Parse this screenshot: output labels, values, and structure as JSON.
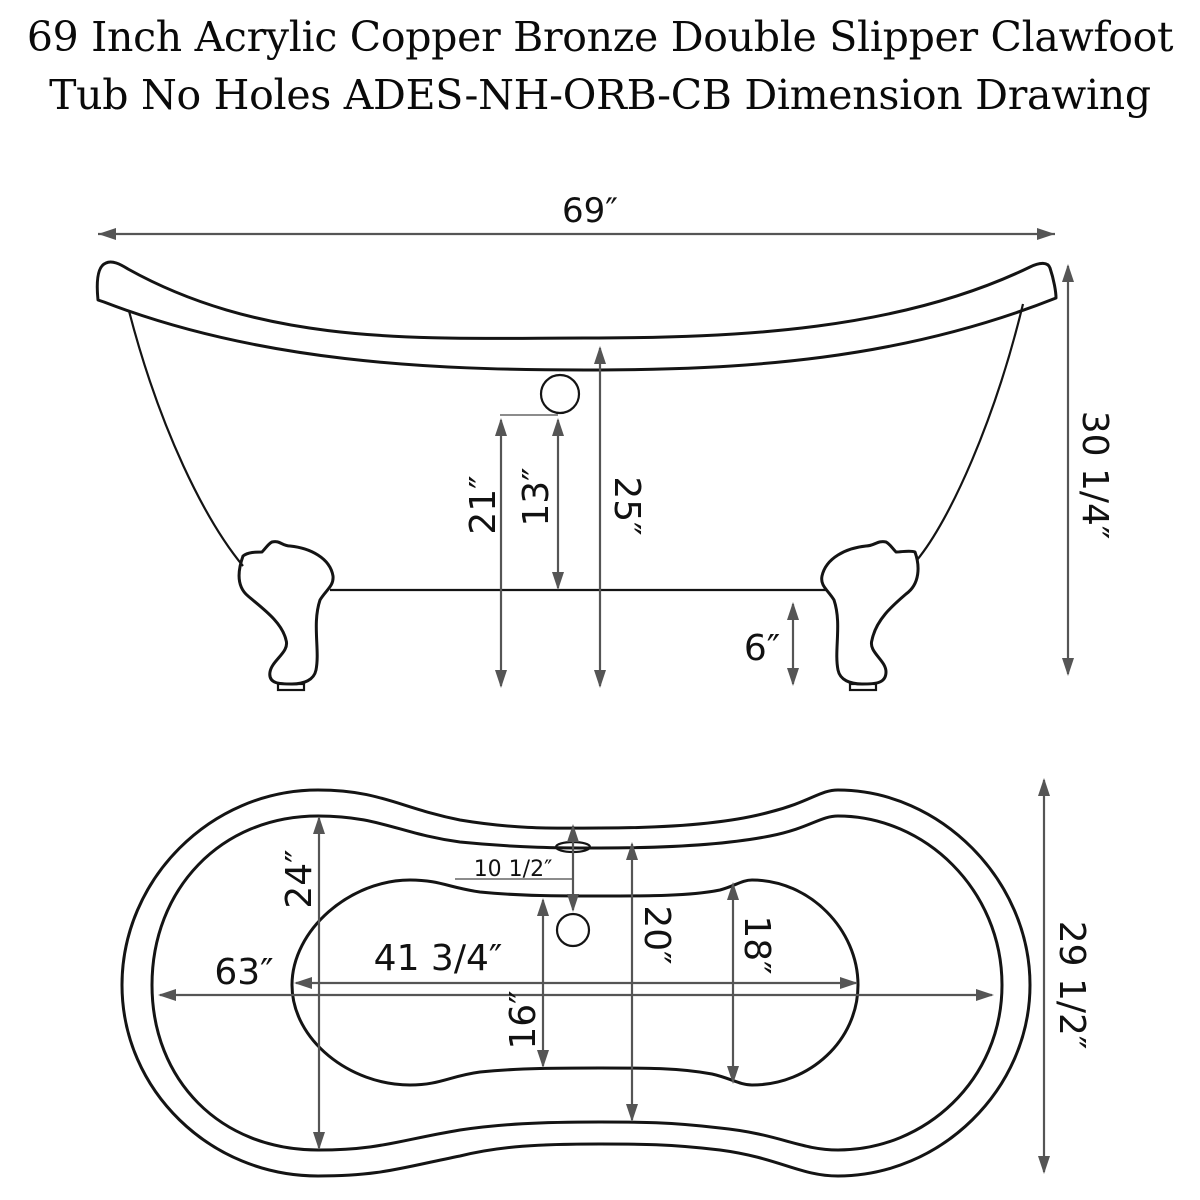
{
  "title": {
    "line1": "69 Inch Acrylic Copper Bronze Double Slipper Clawfoot",
    "line2": "Tub No Holes ADES-NH-ORB-CB Dimension Drawing"
  },
  "side_view": {
    "overall_length": "69″",
    "overall_height": "30 1/4″",
    "rim_to_floor_center": "25″",
    "drain_to_floor": "21″",
    "drain_to_tub_bottom": "13″",
    "tub_bottom_to_floor": "6″"
  },
  "top_view": {
    "overall_width": "29 1/2″",
    "interior_length": "63″",
    "bottom_length": "41 3/4″",
    "interior_width_end": "24″",
    "interior_width_center": "20″",
    "bottom_width_end": "18″",
    "bottom_width_center": "16″",
    "drain_offset": "10  1/2″"
  },
  "colors": {
    "outline": "#141414",
    "dimension_line": "#555555",
    "background": "#ffffff"
  }
}
